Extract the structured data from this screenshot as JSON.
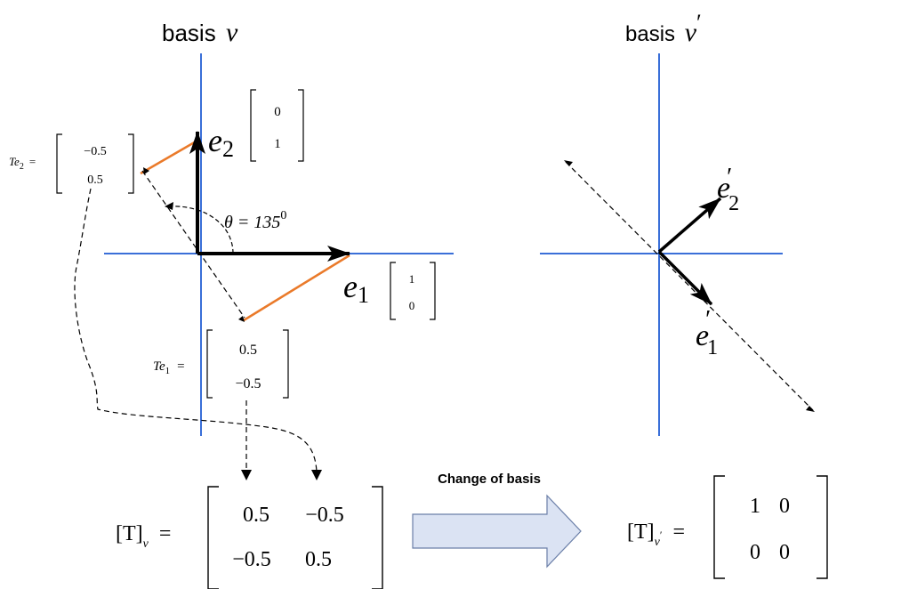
{
  "colors": {
    "axis": "#3a6fd8",
    "orange": "#ea7a2a",
    "arrow_fill": "#dbe3f3",
    "arrow_stroke": "#6b7fa8",
    "ink": "#000000"
  },
  "left_panel": {
    "title_word": "basis",
    "title_symbol": "v",
    "e1_letter": "e",
    "e1_sub": "1",
    "e1_matrix": [
      "1",
      "0"
    ],
    "e2_letter": "e",
    "e2_sub": "2",
    "e2_matrix": [
      "0",
      "1"
    ],
    "theta_text": "θ = 135",
    "theta_sup": "0",
    "te1_label": "Te",
    "te1_sub": "1",
    "te1_eq": "=",
    "te1_matrix": [
      "0.5",
      "−0.5"
    ],
    "te2_label": "Te",
    "te2_sub": "2",
    "te2_eq": "=",
    "te2_matrix": [
      "−0.5",
      "0.5"
    ]
  },
  "right_panel": {
    "title_word": "basis",
    "title_symbol": "v",
    "title_prime": "′",
    "e1p_letter": "e",
    "e1p_sub": "1",
    "e1p_prime": "′",
    "e2p_letter": "e",
    "e2p_sub": "2",
    "e2p_prime": "′"
  },
  "bottom": {
    "t_v_label": "[T]",
    "t_v_sub": "v",
    "t_v_eq": "=",
    "t_v_matrix": [
      [
        "0.5",
        "−0.5"
      ],
      [
        "−0.5",
        "0.5"
      ]
    ],
    "change_of_basis": "Change of basis",
    "t_vp_label": "[T]",
    "t_vp_sub": "v",
    "t_vp_prime": "′",
    "t_vp_eq": "=",
    "t_vp_matrix": [
      [
        "1",
        "0"
      ],
      [
        "0",
        "0"
      ]
    ]
  }
}
